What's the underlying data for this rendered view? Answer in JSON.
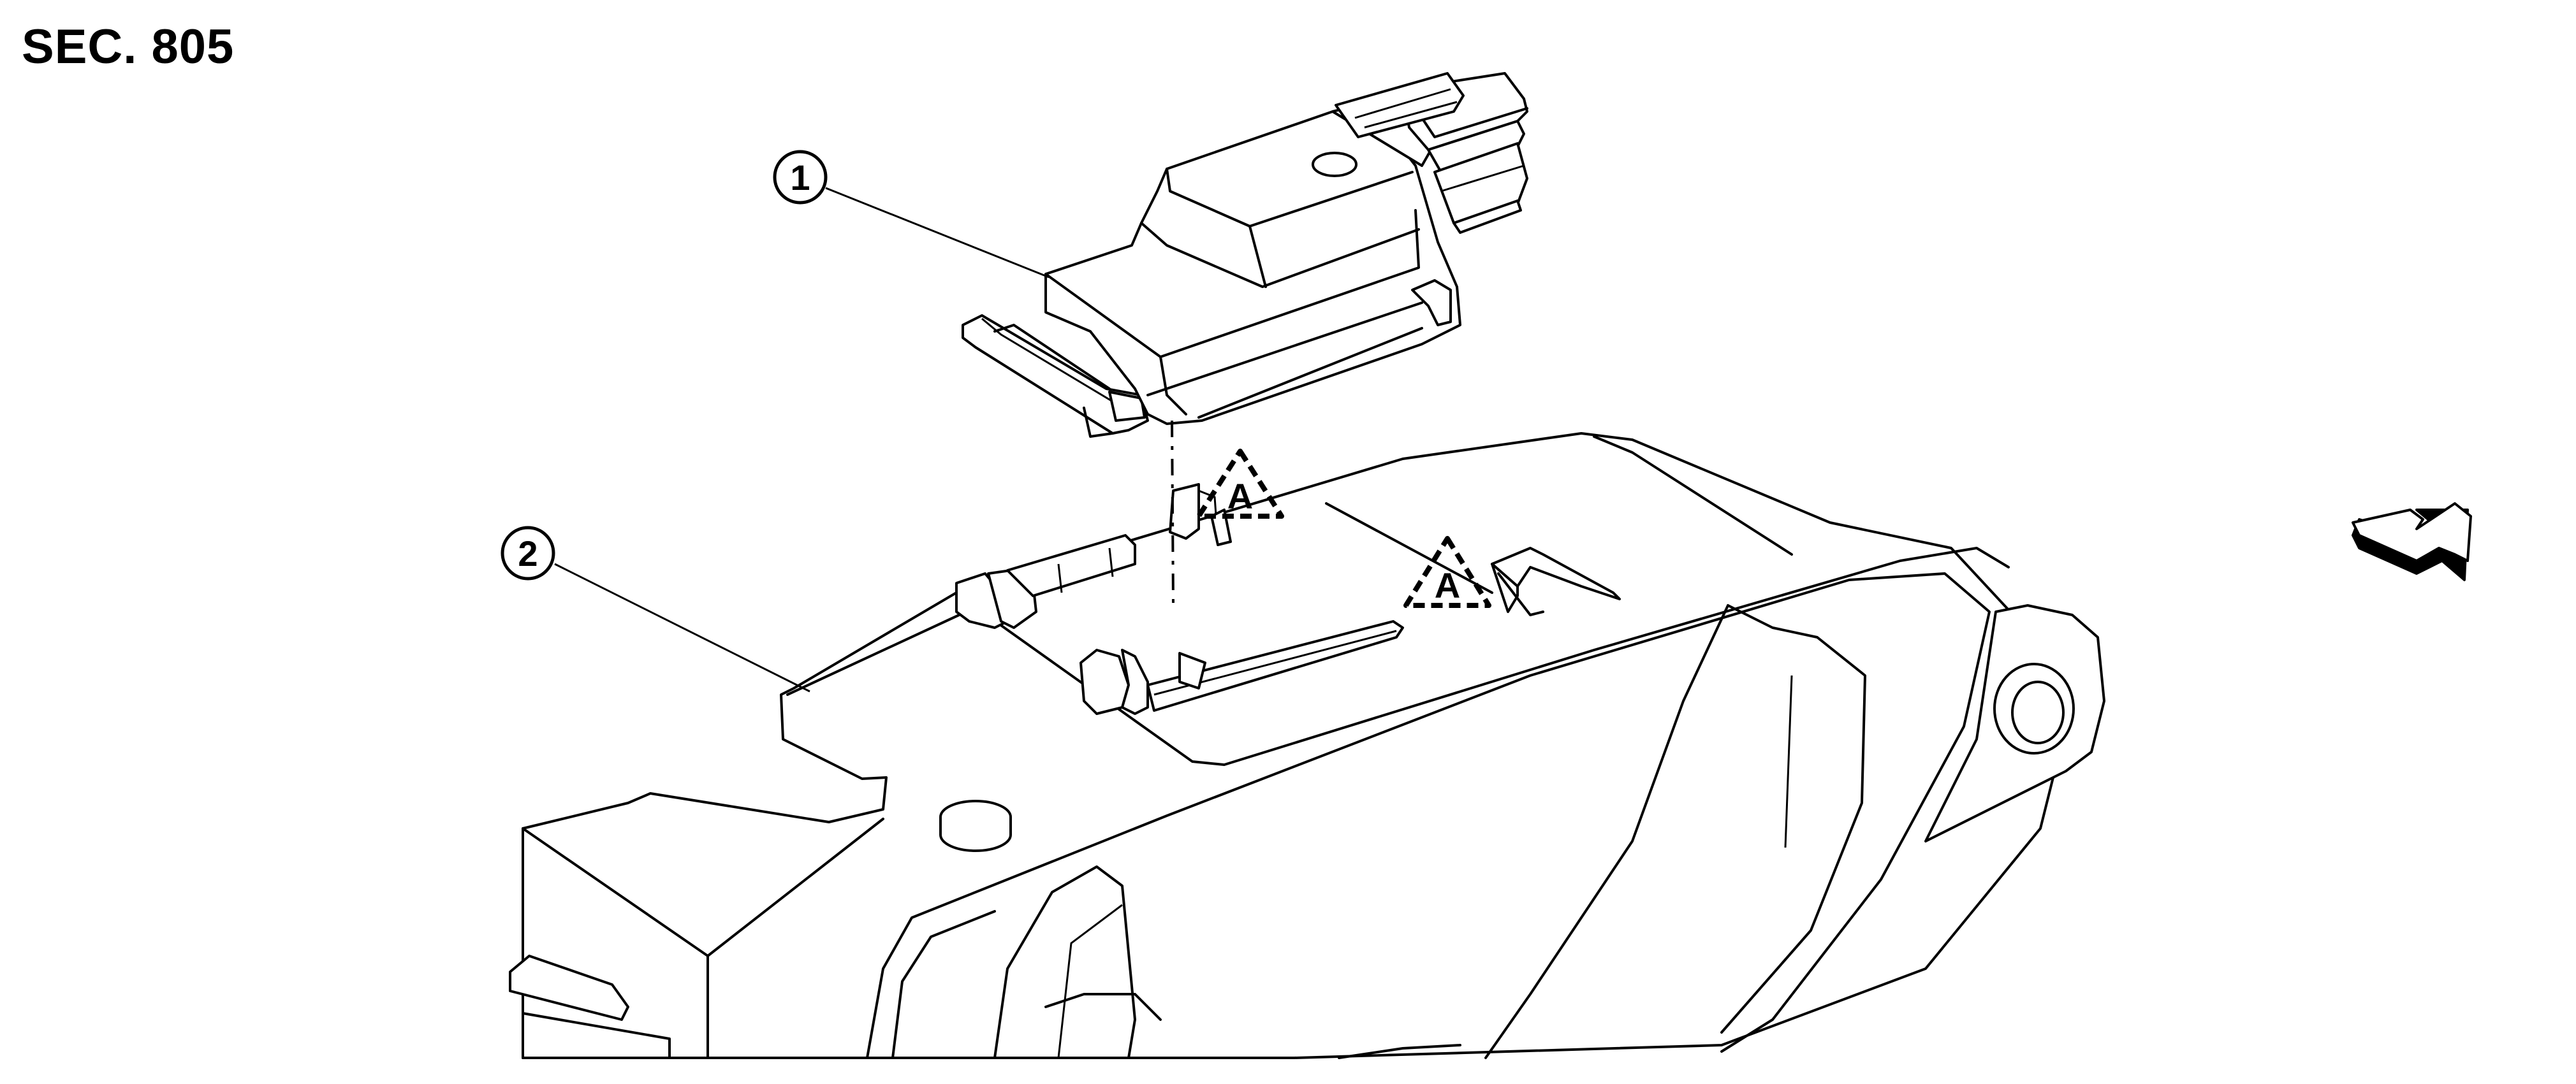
{
  "section": {
    "label": "SEC. 805"
  },
  "callouts": [
    {
      "id": "1",
      "label": "1"
    },
    {
      "id": "2",
      "label": "2"
    }
  ],
  "markers": [
    {
      "id": "A1",
      "label": "A"
    },
    {
      "id": "A2",
      "label": "A"
    }
  ],
  "colors": {
    "line": "#000000",
    "background": "#ffffff"
  },
  "icons": {
    "view_direction": "view-direction-arrow-icon"
  }
}
